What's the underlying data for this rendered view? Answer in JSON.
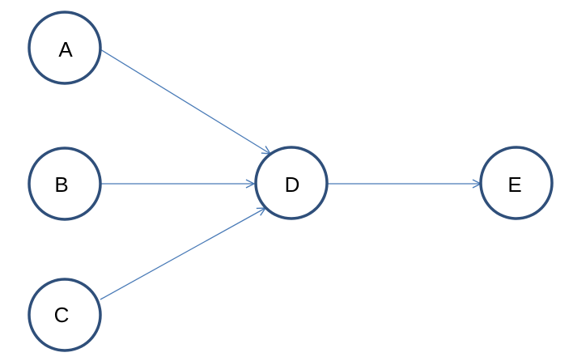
{
  "diagram": {
    "nodes": [
      {
        "id": "A",
        "label": "A"
      },
      {
        "id": "B",
        "label": "B"
      },
      {
        "id": "C",
        "label": "C"
      },
      {
        "id": "D",
        "label": "D"
      },
      {
        "id": "E",
        "label": "E"
      }
    ],
    "edges": [
      {
        "from": "A",
        "to": "D"
      },
      {
        "from": "B",
        "to": "D"
      },
      {
        "from": "C",
        "to": "D"
      },
      {
        "from": "D",
        "to": "E"
      }
    ]
  },
  "colors": {
    "node_stroke": "#2F4F7A",
    "edge": "#4A7BB7",
    "text": "#000000",
    "background": "#FFFFFF"
  }
}
